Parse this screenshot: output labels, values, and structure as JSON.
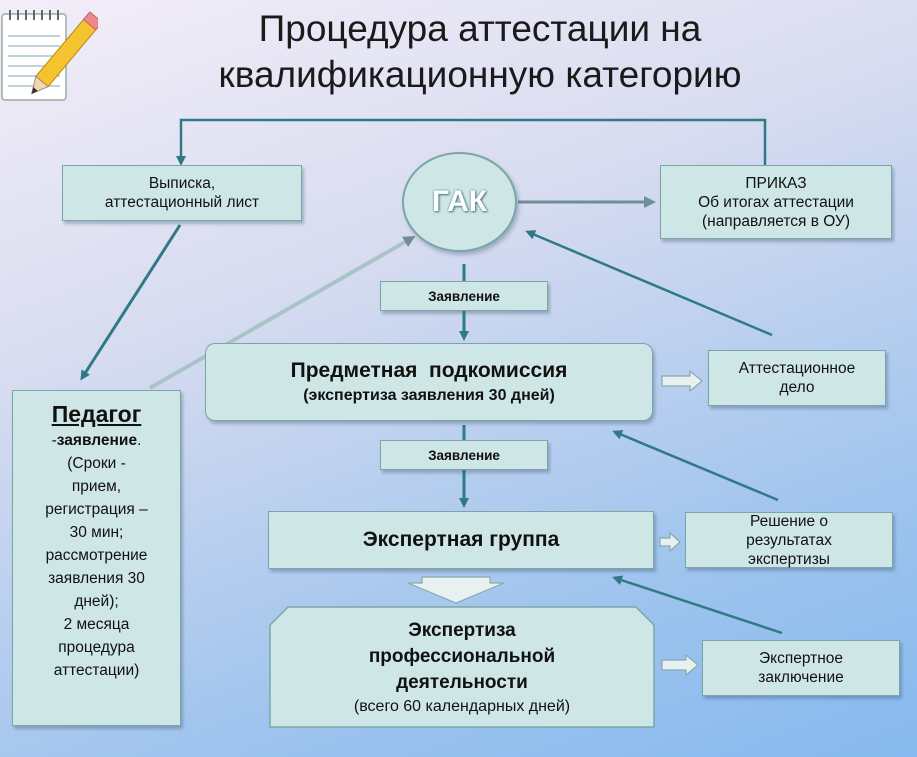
{
  "title": {
    "line1": "Процедура аттестации на",
    "line2": "квалификационную категорию"
  },
  "icons": {
    "header": "notepad-pencil-icon"
  },
  "nodes": {
    "gak": "ГАК",
    "vypiska": {
      "line1": "Выписка,",
      "line2": "аттестационный лист"
    },
    "prikaz": {
      "line1": "ПРИКАЗ",
      "line2": "Об итогах аттестации",
      "line3": "(направляется в ОУ)"
    },
    "zayavlenie1": "Заявление",
    "zayavlenie2": "Заявление",
    "podkomissiya": {
      "title": "Предметная  подкомиссия",
      "subtitle": "(экспертиза заявления 30 дней)"
    },
    "attest_delo": {
      "line1": "Аттестационное",
      "line2": "дело"
    },
    "ekspert_gruppa": "Экспертная группа",
    "reshenie": {
      "line1": "Решение о",
      "line2": "результатах",
      "line3": "экспертизы"
    },
    "ekspertiza": {
      "line1": "Экспертиза",
      "line2": "профессиональной",
      "line3": "деятельности",
      "line4": "(всего 60 календарных дней)"
    },
    "zaklyuchenie": {
      "line1": "Экспертное",
      "line2": "заключение"
    },
    "pedagog": {
      "title": "Педагог",
      "dash": "-",
      "zayav": "заявление",
      "dot": ".",
      "lines": [
        "(Сроки -",
        "прием,",
        "регистрация –",
        "30 мин;",
        "рассмотрение",
        "заявления 30",
        "дней);",
        "2 месяца",
        "процедура",
        "аттестации)"
      ]
    }
  },
  "colors": {
    "box_fill": "#cfe6e6",
    "box_border": "#7aa6a8",
    "arrow": "#2f7a86",
    "arrow_light": "#a9c4c6"
  }
}
